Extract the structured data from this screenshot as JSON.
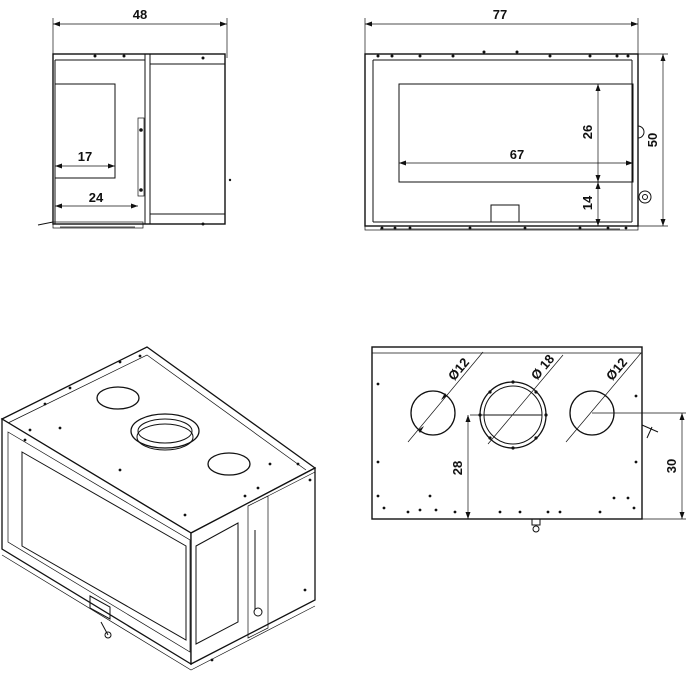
{
  "views": {
    "side": {
      "overall_width": "48",
      "glass_width": "17",
      "depth_inner": "24"
    },
    "front": {
      "overall_width": "77",
      "glass_width": "67",
      "height": "50",
      "glass_height": "26",
      "bottom_height": "14"
    },
    "top": {
      "left_outlet": "Ø12",
      "center_outlet": "Ø 18",
      "right_outlet": "Ø12",
      "outlet_height": "28",
      "right_height": "30"
    }
  }
}
